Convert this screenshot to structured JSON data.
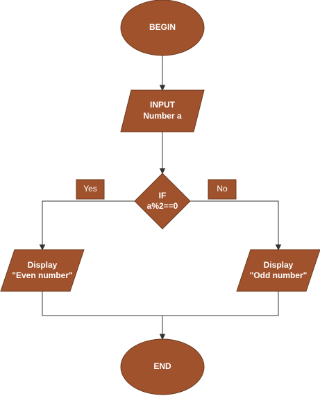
{
  "diagram": {
    "colors": {
      "node_fill": "#a0522d",
      "node_stroke": "#6b3a1f",
      "text": "#ffffff",
      "edge": "#333333",
      "background": "#ffffff"
    },
    "nodes": {
      "begin": {
        "shape": "ellipse",
        "lines": [
          "BEGIN"
        ]
      },
      "input": {
        "shape": "parallelogram",
        "lines": [
          "INPUT",
          "Number a"
        ]
      },
      "decision": {
        "shape": "diamond",
        "lines": [
          "IF",
          "a%2==0"
        ]
      },
      "display_even": {
        "shape": "parallelogram",
        "lines": [
          "Display",
          "\"Even number\""
        ]
      },
      "display_odd": {
        "shape": "parallelogram",
        "lines": [
          "Display",
          "\"Odd number\""
        ]
      },
      "end": {
        "shape": "ellipse",
        "lines": [
          "END"
        ]
      }
    },
    "branch_labels": {
      "yes": "Yes",
      "no": "No"
    },
    "edges": [
      {
        "from": "begin",
        "to": "input"
      },
      {
        "from": "input",
        "to": "decision"
      },
      {
        "from": "decision",
        "to": "display_even",
        "label": "yes"
      },
      {
        "from": "decision",
        "to": "display_odd",
        "label": "no"
      },
      {
        "from": "display_even",
        "to": "end"
      },
      {
        "from": "display_odd",
        "to": "end"
      }
    ]
  }
}
